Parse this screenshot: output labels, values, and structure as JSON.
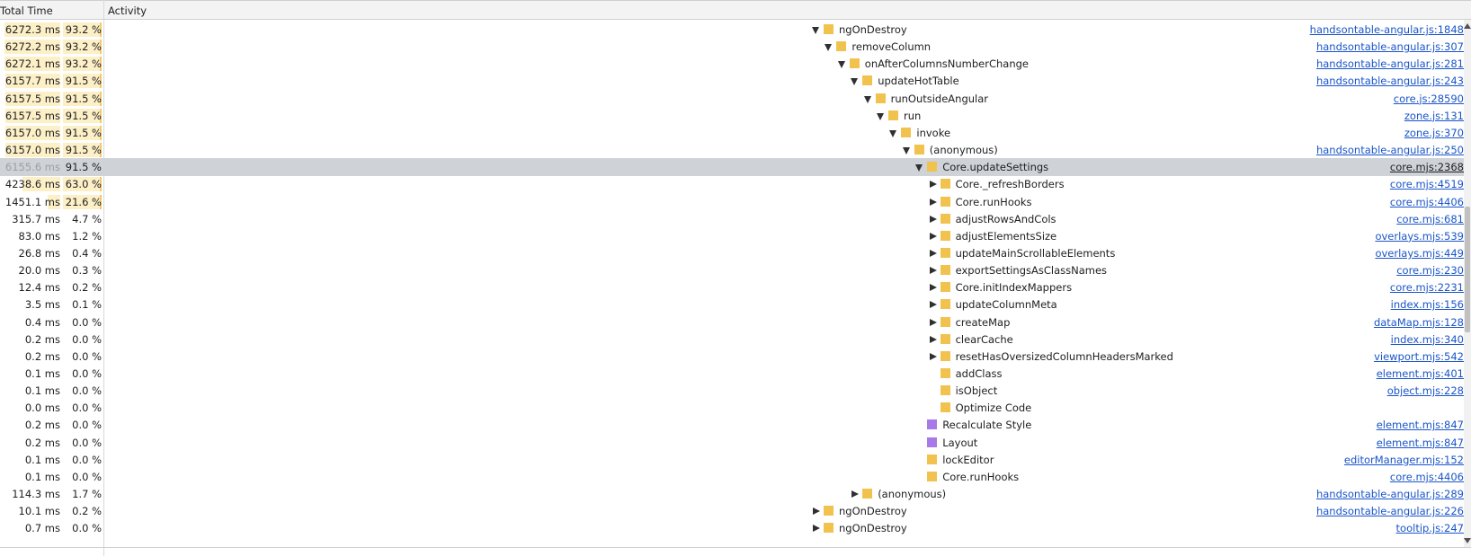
{
  "header": {
    "total_time": "Total Time",
    "activity": "Activity"
  },
  "colors": {
    "script": "#f2c24f",
    "rendering": "#a879e8",
    "link": "#1a55c9",
    "selected_row": "#cfd2d6"
  },
  "rows": [
    {
      "ms": "6272.3 ms",
      "pct": "93.2 %",
      "fraction": 0.932,
      "depth": 0,
      "arrow": "down",
      "kind": "script",
      "name": "ngOnDestroy",
      "link": "handsontable-angular.js:1848"
    },
    {
      "ms": "6272.2 ms",
      "pct": "93.2 %",
      "fraction": 0.932,
      "depth": 1,
      "arrow": "down",
      "kind": "script",
      "name": "removeColumn",
      "link": "handsontable-angular.js:307"
    },
    {
      "ms": "6272.1 ms",
      "pct": "93.2 %",
      "fraction": 0.932,
      "depth": 2,
      "arrow": "down",
      "kind": "script",
      "name": "onAfterColumnsNumberChange",
      "link": "handsontable-angular.js:281"
    },
    {
      "ms": "6157.7 ms",
      "pct": "91.5 %",
      "fraction": 0.915,
      "depth": 3,
      "arrow": "down",
      "kind": "script",
      "name": "updateHotTable",
      "link": "handsontable-angular.js:243"
    },
    {
      "ms": "6157.5 ms",
      "pct": "91.5 %",
      "fraction": 0.915,
      "depth": 4,
      "arrow": "down",
      "kind": "script",
      "name": "runOutsideAngular",
      "link": "core.js:28590"
    },
    {
      "ms": "6157.5 ms",
      "pct": "91.5 %",
      "fraction": 0.915,
      "depth": 5,
      "arrow": "down",
      "kind": "script",
      "name": "run",
      "link": "zone.js:131"
    },
    {
      "ms": "6157.0 ms",
      "pct": "91.5 %",
      "fraction": 0.915,
      "depth": 6,
      "arrow": "down",
      "kind": "script",
      "name": "invoke",
      "link": "zone.js:370"
    },
    {
      "ms": "6157.0 ms",
      "pct": "91.5 %",
      "fraction": 0.915,
      "depth": 7,
      "arrow": "down",
      "kind": "script",
      "name": "(anonymous)",
      "link": "handsontable-angular.js:250"
    },
    {
      "ms": "6155.6 ms",
      "pct": "91.5 %",
      "fraction": 0.915,
      "depth": 8,
      "arrow": "down",
      "kind": "script",
      "name": "Core.updateSettings",
      "link": "core.mjs:2368",
      "selected": true
    },
    {
      "ms": "4238.6 ms",
      "pct": "63.0 %",
      "fraction": 0.63,
      "depth": 9,
      "arrow": "right",
      "kind": "script",
      "name": "Core._refreshBorders",
      "link": "core.mjs:4519"
    },
    {
      "ms": "1451.1 ms",
      "pct": "21.6 %",
      "fraction": 0.216,
      "depth": 9,
      "arrow": "right",
      "kind": "script",
      "name": "Core.runHooks",
      "link": "core.mjs:4406"
    },
    {
      "ms": "315.7 ms",
      "pct": "4.7 %",
      "fraction": 0.047,
      "depth": 9,
      "arrow": "right",
      "kind": "script",
      "name": "adjustRowsAndCols",
      "link": "core.mjs:681"
    },
    {
      "ms": "83.0 ms",
      "pct": "1.2 %",
      "fraction": 0.012,
      "depth": 9,
      "arrow": "right",
      "kind": "script",
      "name": "adjustElementsSize",
      "link": "overlays.mjs:539"
    },
    {
      "ms": "26.8 ms",
      "pct": "0.4 %",
      "fraction": 0.004,
      "depth": 9,
      "arrow": "right",
      "kind": "script",
      "name": "updateMainScrollableElements",
      "link": "overlays.mjs:449"
    },
    {
      "ms": "20.0 ms",
      "pct": "0.3 %",
      "fraction": 0.003,
      "depth": 9,
      "arrow": "right",
      "kind": "script",
      "name": "exportSettingsAsClassNames",
      "link": "core.mjs:230"
    },
    {
      "ms": "12.4 ms",
      "pct": "0.2 %",
      "fraction": 0.002,
      "depth": 9,
      "arrow": "right",
      "kind": "script",
      "name": "Core.initIndexMappers",
      "link": "core.mjs:2231"
    },
    {
      "ms": "3.5 ms",
      "pct": "0.1 %",
      "fraction": 0.001,
      "depth": 9,
      "arrow": "right",
      "kind": "script",
      "name": "updateColumnMeta",
      "link": "index.mjs:156"
    },
    {
      "ms": "0.4 ms",
      "pct": "0.0 %",
      "fraction": 0,
      "depth": 9,
      "arrow": "right",
      "kind": "script",
      "name": "createMap",
      "link": "dataMap.mjs:128"
    },
    {
      "ms": "0.2 ms",
      "pct": "0.0 %",
      "fraction": 0,
      "depth": 9,
      "arrow": "right",
      "kind": "script",
      "name": "clearCache",
      "link": "index.mjs:340"
    },
    {
      "ms": "0.2 ms",
      "pct": "0.0 %",
      "fraction": 0,
      "depth": 9,
      "arrow": "right",
      "kind": "script",
      "name": "resetHasOversizedColumnHeadersMarked",
      "link": "viewport.mjs:542"
    },
    {
      "ms": "0.1 ms",
      "pct": "0.0 %",
      "fraction": 0,
      "depth": 9,
      "arrow": "none",
      "kind": "script",
      "name": "addClass",
      "link": "element.mjs:401"
    },
    {
      "ms": "0.1 ms",
      "pct": "0.0 %",
      "fraction": 0,
      "depth": 9,
      "arrow": "none",
      "kind": "script",
      "name": "isObject",
      "link": "object.mjs:228"
    },
    {
      "ms": "0.0 ms",
      "pct": "0.0 %",
      "fraction": 0,
      "depth": 9,
      "arrow": "none",
      "kind": "script",
      "name": "Optimize Code",
      "link": ""
    },
    {
      "ms": "0.2 ms",
      "pct": "0.0 %",
      "fraction": 0,
      "depth": 8,
      "arrow": "none",
      "kind": "rendering",
      "name": "Recalculate Style",
      "link": "element.mjs:847"
    },
    {
      "ms": "0.2 ms",
      "pct": "0.0 %",
      "fraction": 0,
      "depth": 8,
      "arrow": "none",
      "kind": "rendering",
      "name": "Layout",
      "link": "element.mjs:847"
    },
    {
      "ms": "0.1 ms",
      "pct": "0.0 %",
      "fraction": 0,
      "depth": 8,
      "arrow": "none",
      "kind": "script",
      "name": "lockEditor",
      "link": "editorManager.mjs:152"
    },
    {
      "ms": "0.1 ms",
      "pct": "0.0 %",
      "fraction": 0,
      "depth": 8,
      "arrow": "none",
      "kind": "script",
      "name": "Core.runHooks",
      "link": "core.mjs:4406"
    },
    {
      "ms": "114.3 ms",
      "pct": "1.7 %",
      "fraction": 0.017,
      "depth": 3,
      "arrow": "right",
      "kind": "script",
      "name": "(anonymous)",
      "link": "handsontable-angular.js:289"
    },
    {
      "ms": "10.1 ms",
      "pct": "0.2 %",
      "fraction": 0.002,
      "depth": 0,
      "arrow": "right",
      "kind": "script",
      "name": "ngOnDestroy",
      "link": "handsontable-angular.js:226"
    },
    {
      "ms": "0.7 ms",
      "pct": "0.0 %",
      "fraction": 0,
      "depth": 0,
      "arrow": "right",
      "kind": "script",
      "name": "ngOnDestroy",
      "link": "tooltip.js:247"
    }
  ]
}
